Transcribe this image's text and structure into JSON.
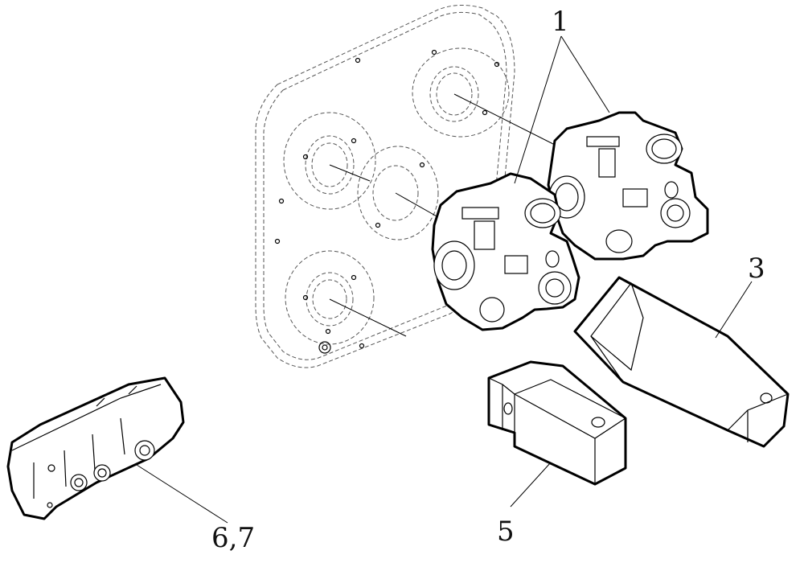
{
  "callouts": {
    "c1": "1",
    "c3": "3",
    "c5": "5",
    "c67": "6,7"
  }
}
